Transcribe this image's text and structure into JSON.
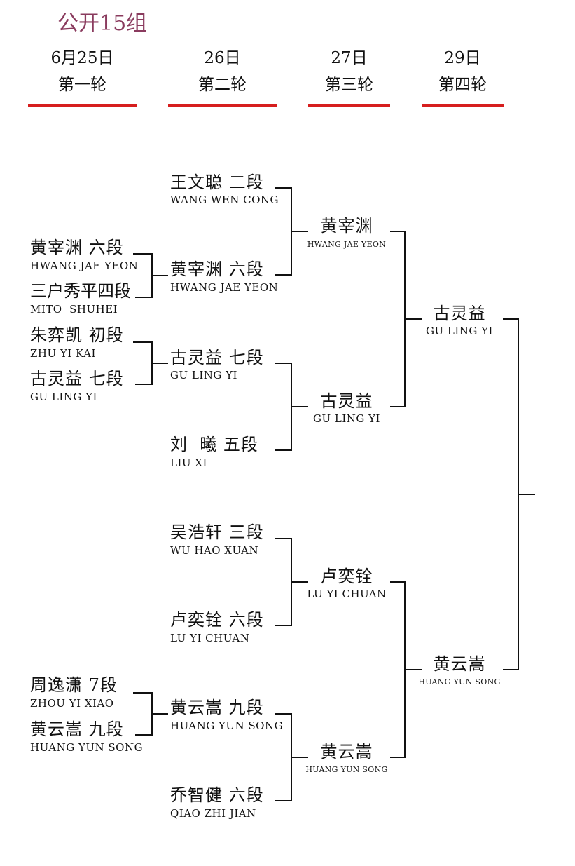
{
  "title": "公开15组",
  "rounds": [
    {
      "date": "6月25日",
      "name": "第一轮"
    },
    {
      "date": "26日",
      "name": "第二轮"
    },
    {
      "date": "27日",
      "name": "第三轮"
    },
    {
      "date": "29日",
      "name": "第四轮"
    }
  ],
  "round1": [
    {
      "cn": "黄宰渊 六段",
      "en": "HWANG JAE YEON"
    },
    {
      "cn": "三户秀平四段",
      "en": "MITO  SHUHEI"
    },
    {
      "cn": "朱弈凯 初段",
      "en": "ZHU YI KAI"
    },
    {
      "cn": "古灵益 七段",
      "en": "GU LING YI"
    },
    {
      "cn": "周逸潇 7段",
      "en": "ZHOU YI XIAO"
    },
    {
      "cn": "黄云嵩 九段",
      "en": "HUANG YUN SONG"
    }
  ],
  "round2": [
    {
      "cn": "王文聪 二段",
      "en": "WANG WEN CONG"
    },
    {
      "cn": "黄宰渊 六段",
      "en": "HWANG JAE YEON"
    },
    {
      "cn": "古灵益 七段",
      "en": "GU LING YI"
    },
    {
      "cn": "刘  曦 五段",
      "en": "LIU XI"
    },
    {
      "cn": "吴浩轩 三段",
      "en": "WU HAO XUAN"
    },
    {
      "cn": "卢奕铨 六段",
      "en": "LU YI CHUAN"
    },
    {
      "cn": "黄云嵩 九段",
      "en": "HUANG YUN SONG"
    },
    {
      "cn": "乔智健 六段",
      "en": "QIAO ZHI JIAN"
    }
  ],
  "round3": [
    {
      "cn": "黄宰渊",
      "en": "HWANG JAE YEON"
    },
    {
      "cn": "古灵益",
      "en": "GU LING YI"
    },
    {
      "cn": "卢奕铨",
      "en": "LU YI CHUAN"
    },
    {
      "cn": "黄云嵩",
      "en": "HUANG YUN SONG"
    }
  ],
  "round4": [
    {
      "cn": "古灵益",
      "en": "GU LING YI"
    },
    {
      "cn": "黄云嵩",
      "en": "HUANG YUN SONG"
    }
  ]
}
